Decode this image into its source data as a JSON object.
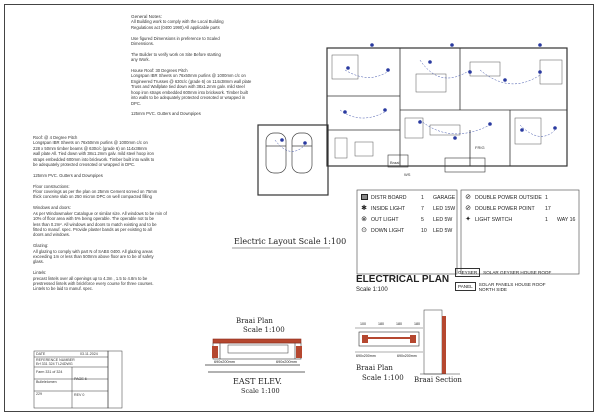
{
  "notes_top": {
    "heading": "General Notes:",
    "lines": [
      "All Building work to comply with the Local Building",
      "Regulations act (0400 1990) All applicable parts",
      "",
      "Use figured Dimensions in preference to Scaled",
      "Dimensions.",
      "",
      "The Builder to verify work on Site Before starting",
      "any Work.",
      "",
      "House Roof:  30 Degrees Pitch",
      "Longspan IBR Sheets on 76x50mm purlins @ 1000mm c/c on",
      "Engineered Trusses @ 630c/c (grade 6) on 114x38mm wall plate",
      "Truss and Wallplate tied down with 38x1.2mm galv. mild steel",
      "hoop iron straps embedded 600mm into brickwork. Timber built",
      "into walls to be adequately protected creosoted or wrapped in",
      "DPC.",
      "",
      "125mm PVC. Gutters and Downpipes"
    ]
  },
  "notes_left": {
    "lines": [
      "Roof:  @ 4 Degree Pitch",
      "Longspan IBR Sheets on 76x50mm purlins @ 1000mm c/c on",
      "228 x 50mm timber beams @ 630c/c (grade 6) on 114x38mm",
      "wall plate All. Tied down with 38x1.2mm galv. mild steel hoop iron",
      "straps embedded 600mm into brickwork. Timber built into walls to",
      "be adequately protected creosoted or wrapped in DPC.",
      "",
      "125mm PVC. Gutters and Downpipes",
      "",
      "Floor constructions:",
      "Floor coverings as per the plan on 25mm Cement screed on 75mm",
      "thick concrete slab on 250 micron DPC on well compacted filling",
      "",
      "Windows and doors:",
      "As per Windowmaker Catalogue or similar size. All windows to be min of",
      "10% of floor area with 5% being operable. The operable not to be",
      "less than 0.2m². All windows and doors to match existing and to be",
      "fitted to manuf. spec. Provide plaster bands as per existing to all",
      "doors and windows.",
      "",
      "Glazing:",
      "All glazing to comply with part N of SABS 0400. All glazing areas",
      "exceeding 1m or less than 500mm above floor are to be of safety",
      "glass.",
      "",
      "Lintels:",
      "precast lintels over all openings up to 4.3m , 1.5 to 4.8m to be",
      "prestressed lintels with brickforce every course for three courses.",
      "Lintels to be laid to manuf. spec."
    ]
  },
  "plan_labels": {
    "braai": "Braai",
    "ws": "WS",
    "frig": "FRIG",
    "electric_layout": "Electric Layout  Scale 1:100"
  },
  "legend": [
    {
      "icon": "box",
      "label": "DISTR BOARD",
      "qty": "1",
      "unit": "GARAGE"
    },
    {
      "icon": "✱",
      "label": "INSIDE LIGHT",
      "qty": "7",
      "unit": "LED  15W"
    },
    {
      "icon": "⊗",
      "label": "OUT LIGHT",
      "qty": "5",
      "unit": "LED  5W"
    },
    {
      "icon": "⊙",
      "label": "DOWN LIGHT",
      "qty": "10",
      "unit": "LED  5W"
    },
    {
      "icon": "⊘",
      "label": "DOUBLE POWER OUTSIDE",
      "qty": "1",
      "unit": ""
    },
    {
      "icon": "⊘",
      "label": "DOUBLE POWER POINT",
      "qty": "17",
      "unit": ""
    },
    {
      "icon": "✦",
      "label": "LIGHT SWITCH",
      "qty": "1",
      "unit": "WAY  16"
    }
  ],
  "geyser": {
    "box": "GEYSER",
    "label": "SOLAR  GEYSER  HOUSE ROOF"
  },
  "panel": {
    "box": "PANEL",
    "line1": "SOLAR  PANELS  HOUSE  ROOF",
    "line2": "NORTH  SIDE"
  },
  "electrical_plan": {
    "title": "ELECTRICAL PLAN",
    "scale": "Scale 1:100"
  },
  "east_elev": {
    "title": "EAST ELEV.",
    "scale": "Scale 1:100",
    "dim_left": "690x200mm",
    "dim_right": "690x200mm"
  },
  "braai_plan_top": {
    "title": "Braai Plan",
    "scale": "Scale 1:100"
  },
  "braai_plan_bottom": {
    "title": "Braai Plan",
    "scale": "Scale 1:100",
    "dim_left": "690x200mm",
    "dim_right": "690x200mm",
    "dims": [
      "100",
      "180",
      "180",
      "180"
    ]
  },
  "braai_section": {
    "title": "Braai Section"
  },
  "title_block": {
    "date_label": "DATE",
    "date": "03.11.2024",
    "ref_label": "REFERENCE NUMBER",
    "ref": "Erf 331 324 TI-24DWG",
    "page": "PAGE 6",
    "address1": "Farm 331 of 324",
    "address2": "Bullelelomen",
    "address3": "229",
    "rev": "REV 0"
  }
}
